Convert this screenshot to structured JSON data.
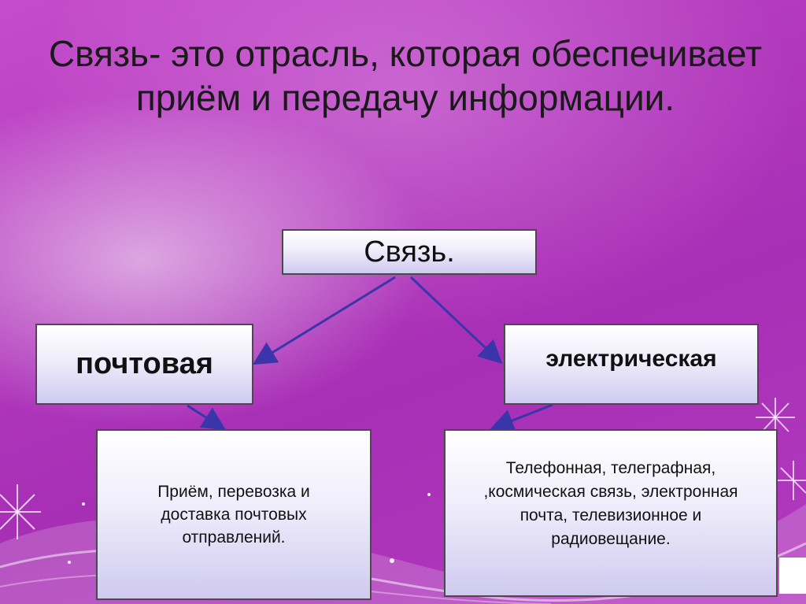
{
  "slide": {
    "title": "Связь- это отрасль, которая обеспечивает приём и передачу информации.",
    "root_label": "Связь.",
    "postal": {
      "label": "почтовая",
      "description": "Приём, перевозка и доставка почтовых отправлений."
    },
    "electric": {
      "label": "электрическая",
      "description": "Телефонная, телеграфная, ,космическая связь, электронная почта, телевизионное и радиовещание."
    }
  },
  "colors": {
    "background": "#b239bd",
    "box_top": "#ffffff",
    "box_bottom": "#cfcaf0",
    "arrow": "#3a35a8"
  }
}
